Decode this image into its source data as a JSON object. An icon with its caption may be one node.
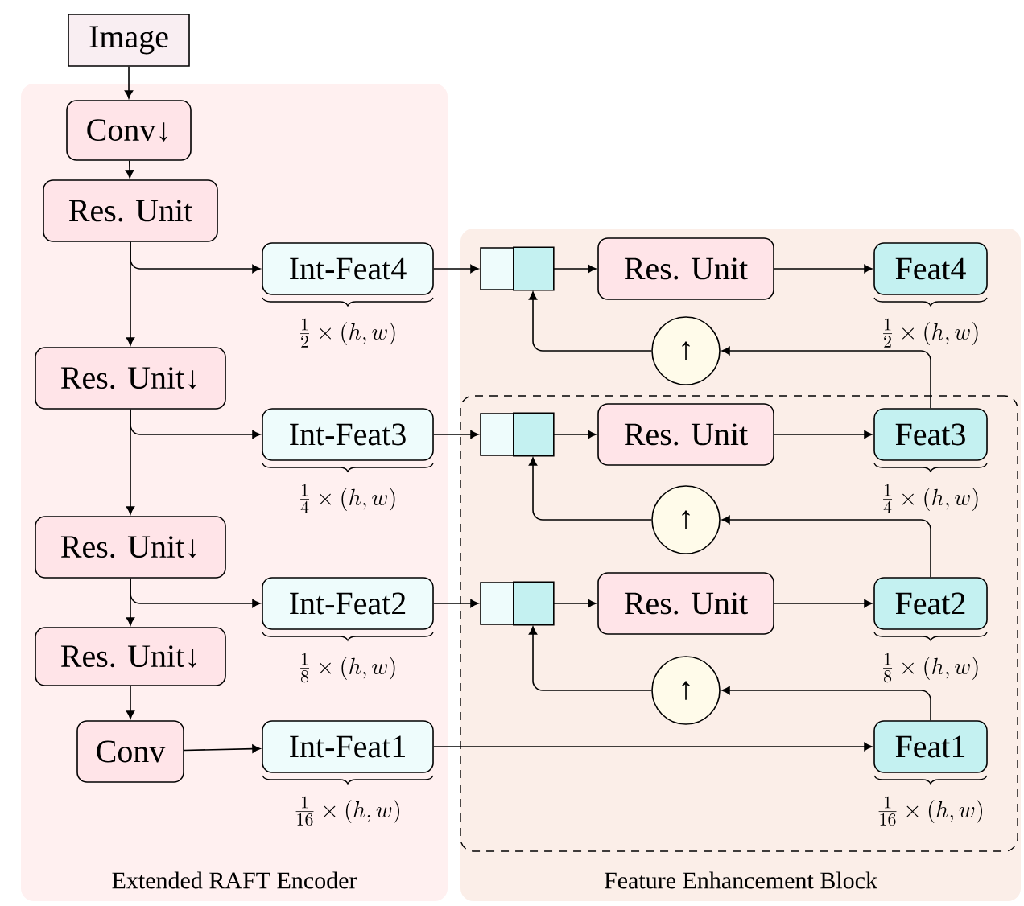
{
  "diagram": {
    "nodes": [
      {
        "text": [
          "Image"
        ]
      },
      {
        "text": [
          "Extended RAFT Encoder"
        ]
      },
      {
        "text": [
          "Conv↓"
        ],
        "in": 1
      },
      {
        "text": [
          "Res. Unit"
        ],
        "in": 1
      },
      {
        "text": [
          "Int-Feat4"
        ],
        "in": 1,
        "beside": [
          "\\frac{1}{2} \\times (h, w)"
        ]
      },
      {
        "text": [
          "Res. Unit↓"
        ],
        "in": 1
      },
      {
        "text": [
          "Int-Feat3"
        ],
        "in": 1,
        "beside": [
          "\\frac{1}{4} \\times (h, w)"
        ]
      },
      {
        "text": [
          "Res. Unit↓"
        ],
        "in": 1
      },
      {
        "text": [
          "Int-Feat2"
        ],
        "in": 1,
        "beside": [
          "\\frac{1}{8} \\times (h, w)"
        ]
      },
      {
        "text": [
          "Res. Unit↓"
        ],
        "in": 1
      },
      {
        "text": [
          "Conv"
        ],
        "in": 1
      },
      {
        "text": [
          "Int-Feat1"
        ],
        "in": 1,
        "beside": [
          "\\frac{1}{16} \\times (h, w)"
        ]
      },
      {
        "text": [
          "Feature Enhancement Block"
        ]
      },
      {
        "text": [],
        "shape": "box",
        "in": 12
      },
      {
        "text": [
          "Res. Unit"
        ],
        "in": 12
      },
      {
        "text": [
          "Feat4"
        ],
        "in": 12,
        "beside": [
          "\\frac{1}{2} \\times (h, w)"
        ]
      },
      {
        "text": [
          "↑"
        ],
        "in": 12
      },
      {
        "text": [],
        "shape": "box",
        "in": 12
      },
      {
        "text": [],
        "shape": "box",
        "in": 17
      },
      {
        "text": [
          "Res. Unit"
        ],
        "in": 17
      },
      {
        "text": [
          "Feat3"
        ],
        "in": 17,
        "beside": [
          "\\frac{1}{4} \\times (h, w)"
        ]
      },
      {
        "text": [
          "↑"
        ],
        "in": 17
      },
      {
        "text": [],
        "shape": "box",
        "in": 17
      },
      {
        "text": [
          "Res. Unit"
        ],
        "in": 17
      },
      {
        "text": [
          "Feat2"
        ],
        "in": 17,
        "beside": [
          "\\frac{1}{8} \\times (h, w)"
        ]
      },
      {
        "text": [
          "↑"
        ],
        "in": 17
      },
      {
        "text": [
          "Feat1"
        ],
        "in": 17,
        "beside": [
          "\\frac{1}{16} \\times (h, w)"
        ]
      }
    ],
    "edges": [
      {
        "from": 0,
        "to": 2,
        "arrow": "to"
      },
      {
        "from": 2,
        "to": 3,
        "arrow": "to"
      },
      {
        "from": 3,
        "to": 5,
        "arrow": "to"
      },
      {
        "from": 3,
        "to": 4,
        "arrow": "to"
      },
      {
        "from": 5,
        "to": 7,
        "arrow": "to"
      },
      {
        "from": 5,
        "to": 6,
        "arrow": "to"
      },
      {
        "from": 7,
        "to": 9,
        "arrow": "to"
      },
      {
        "from": 7,
        "to": 8,
        "arrow": "to"
      },
      {
        "from": 9,
        "to": 10,
        "arrow": "to"
      },
      {
        "from": 10,
        "to": 11,
        "arrow": "to"
      },
      {
        "from": 4,
        "to": 13,
        "arrow": "to"
      },
      {
        "from": 6,
        "to": 18,
        "arrow": "to"
      },
      {
        "from": 8,
        "to": 22,
        "arrow": "to"
      },
      {
        "from": 11,
        "to": 26,
        "arrow": "to"
      },
      {
        "from": 13,
        "to": 14,
        "arrow": "to"
      },
      {
        "from": 14,
        "to": 15,
        "arrow": "to"
      },
      {
        "from": 20,
        "to": 16,
        "arrow": "to"
      },
      {
        "from": 16,
        "to": 13,
        "arrow": "to"
      },
      {
        "from": 18,
        "to": 19,
        "arrow": "to"
      },
      {
        "from": 19,
        "to": 20,
        "arrow": "to"
      },
      {
        "from": 24,
        "to": 21,
        "arrow": "to"
      },
      {
        "from": 21,
        "to": 18,
        "arrow": "to"
      },
      {
        "from": 22,
        "to": 23,
        "arrow": "to"
      },
      {
        "from": 23,
        "to": 24,
        "arrow": "to"
      },
      {
        "from": 26,
        "to": 25,
        "arrow": "to"
      },
      {
        "from": 25,
        "to": 22,
        "arrow": "to"
      }
    ]
  }
}
